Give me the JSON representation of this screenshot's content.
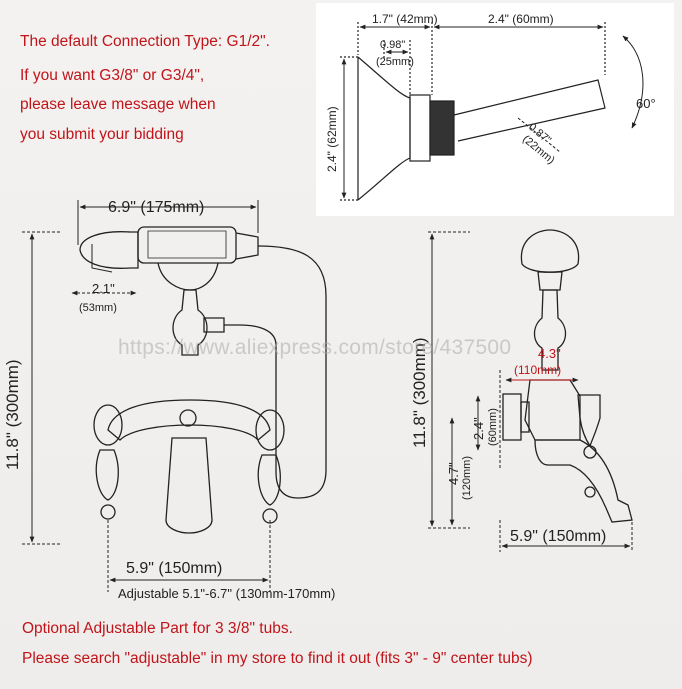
{
  "notes": {
    "line1": "The default Connection Type: G1/2\".",
    "line2": "If you want G3/8\" or G3/4\",",
    "line3": "please leave message when",
    "line4": "you submit your bidding"
  },
  "inset_dims": {
    "top_left": "1.7\" (42mm)",
    "top_right": "2.4\" (60mm)",
    "neck_in": "0.98\"",
    "neck_mm": "(25mm)",
    "height": "2.4\" (62mm)",
    "angle": "60°",
    "arm_in": "0.87\"",
    "arm_mm": "(22mm)"
  },
  "front_dims": {
    "width_top": "6.9\" (175mm)",
    "head_in": "2.1\"",
    "head_mm": "(53mm)",
    "height": "11.8\" (300mm)",
    "base_width": "5.9\" (150mm)",
    "adjustable": "Adjustable 5.1\"-6.7\" (130mm-170mm)"
  },
  "side_dims": {
    "height": "11.8\" (300mm)",
    "reach_in": "4.3\"",
    "reach_mm": "(110mm)",
    "inlet_in": "2.4\"",
    "inlet_mm": "(60mm)",
    "spout_in": "4.7\"",
    "spout_mm": "(120mm)",
    "depth": "5.9\" (150mm)"
  },
  "watermark": "https://www.aliexpress.com/store/437500",
  "bottom": {
    "line1": "Optional Adjustable Part for 3 3/8\" tubs.",
    "line2": "Please search \"adjustable\" in my store to find it out (fits 3\" - 9\" center tubs)"
  }
}
